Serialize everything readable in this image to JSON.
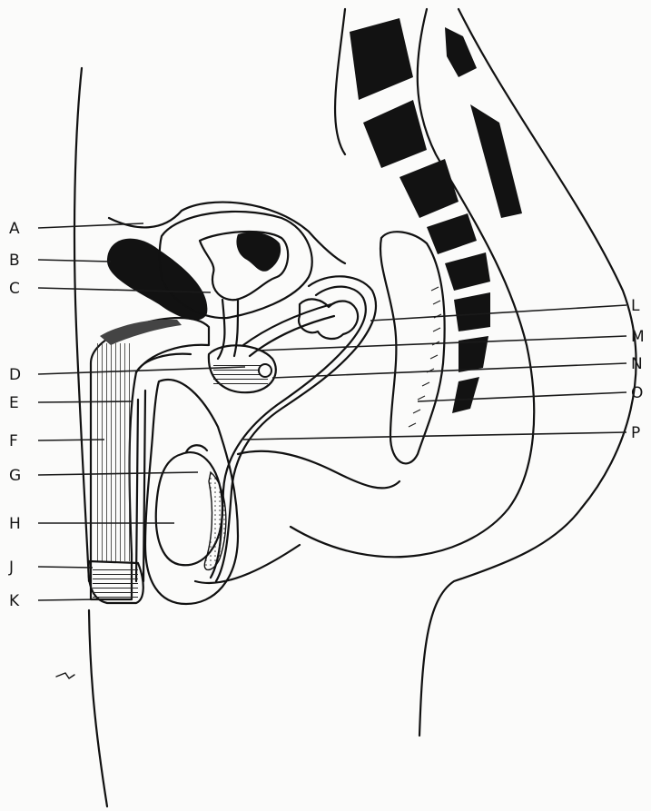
{
  "labels": {
    "left": [
      "A",
      "B",
      "C",
      "D",
      "E",
      "F",
      "G",
      "H",
      "J",
      "K"
    ],
    "right": [
      "L",
      "M",
      "N",
      "O",
      "P"
    ]
  },
  "colors": {
    "ink": "#111111",
    "paper": "#fbfbfa"
  }
}
